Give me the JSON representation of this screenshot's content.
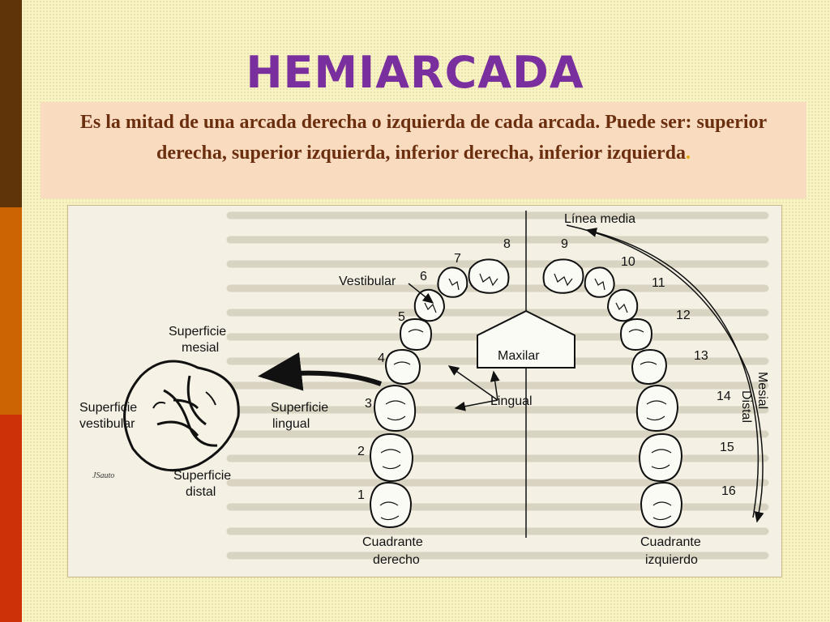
{
  "title": "HEMIARCADA",
  "description": {
    "text": "Es la mitad de una arcada derecha o izquierda de cada arcada. Puede ser: superior derecha, superior izquierda, inferior derecha, inferior izquierda",
    "end": "."
  },
  "figure": {
    "labels": {
      "linea_media": "Línea media",
      "vestibular": "Vestibular",
      "maxilar": "Maxilar",
      "lingual": "Lingual",
      "mesial": "Mesial",
      "distal": "Distal",
      "cuadrante_derecho_1": "Cuadrante",
      "cuadrante_derecho_2": "derecho",
      "cuadrante_izquierdo_1": "Cuadrante",
      "cuadrante_izquierdo_2": "izquierdo",
      "superficie_mesial_1": "Superficie",
      "superficie_mesial_2": "mesial",
      "superficie_vestibular_1": "Superficie",
      "superficie_vestibular_2": "vestibular",
      "superficie_lingual_1": "Superficie",
      "superficie_lingual_2": "lingual",
      "superficie_distal_1": "Superficie",
      "superficie_distal_2": "distal",
      "signature": "JSauto"
    },
    "tooth_numbers": [
      "1",
      "2",
      "3",
      "4",
      "5",
      "6",
      "7",
      "8",
      "9",
      "10",
      "11",
      "12",
      "13",
      "14",
      "15",
      "16"
    ]
  }
}
